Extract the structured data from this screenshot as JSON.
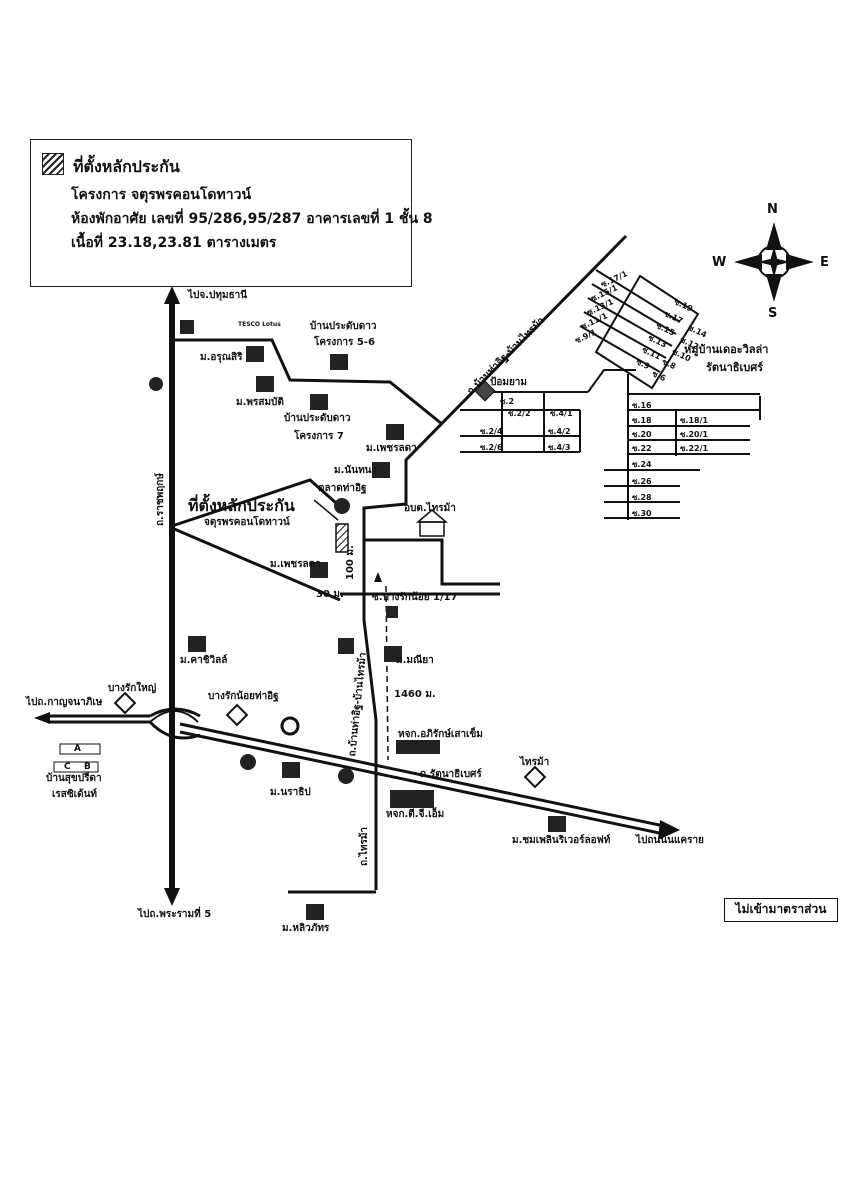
{
  "legend": {
    "title": "ที่ตั้งหลักประกัน",
    "project": "โครงการ จตุรพรคอนโดทาวน์",
    "unit": "ห้องพักอาศัย เลขที่ 95/286,95/287 อาคารเลขที่ 1 ชั้น 8",
    "area": "เนื้อที่ 23.18,23.81 ตารางเมตร"
  },
  "compass": {
    "n": "N",
    "s": "S",
    "e": "E",
    "w": "W"
  },
  "note": "ไม่เข้ามาตราส่วน",
  "labels": {
    "to_pathum": "ไปจ.ปทุมธานี",
    "to_kanchana": "ไปถ.กาญจนาภิเษ",
    "to_rama5": "ไปถ.พระรามที่ 5",
    "to_nonthaburi": "ไปถนนนแคราย",
    "ratchaphruek": "ถ.ราชพฤกษ์",
    "ban_ta_it_top": "ถ.บ้านท่าอิฐ-บ้านไทรม้า",
    "ban_ta_it_mid": "ถ.บ้านท่าอิฐ-บ้านไทรม้า",
    "rattanathibet": "ถ.รัตนาธิเบศร์",
    "sai_ma_rd": "ถ.ไทรม้า",
    "arunsiri": "ม.อรุณสิริ",
    "pornsombat": "ม.พรสมบัติ",
    "pradabdao56": "บ้านประดับดาว",
    "pradabdao56_sub": "โครงการ 5-6",
    "pradabdao7": "บ้านประดับดาว",
    "pradabdao7_sub": "โครงการ 7",
    "phetlada1": "ม.เพชรลดา",
    "nanthana": "ม.นันทนา",
    "talad": "ตลาดท่าอิฐ",
    "site": "ที่ตั้งหลักประกัน",
    "site_sub": "จตุรพรคอนโดทาวน์",
    "obt": "อบต.ไทรม้า",
    "phetlada2": "ม.เพชรลดา",
    "dist30": "30 ม.",
    "dist100": "100 ม.",
    "soi": "ซ.บางรักน้อย 1/17",
    "manee": "ม.มณียา",
    "dist1460": "1460 ม.",
    "chaiwil": "ม.คาชิวิลล์",
    "bangrak_yai": "บางรักใหญ่",
    "bangrak_noi": "บางรักน้อยท่าอิฐ",
    "aphirak": "หจก.อภิรักษ์เสาเข็ม",
    "sai_ma": "ไทรม้า",
    "ban_suk": "บ้านสุขปรีดา",
    "ban_suk2": "เรสซิเด้นท์",
    "narathip": "ม.นราธิป",
    "tgm": "หจก.ตี.จี.เอ็ม",
    "chom": "ม.ชมเพลินริเวอร์ลอฟท์",
    "lalin": "ม.หลิวภัทร",
    "pom": "ป้อมยาม",
    "village": "หมู่บ้านเดอะวิลล่า",
    "village2": "รัตนาธิเบศร์",
    "lotus": "TESCO Lotus",
    "abc": [
      "A",
      "C",
      "B"
    ]
  },
  "sois_left": [
    "ซ.2",
    "ซ.2/2",
    "ซ.4/1",
    "ซ.2/4",
    "ซ.4/2",
    "ซ.2/6",
    "ซ.4/3"
  ],
  "sois_right": [
    "ซ.16",
    "ซ.18",
    "ซ.18/1",
    "ซ.20",
    "ซ.20/1",
    "ซ.22",
    "ซ.22/1",
    "ซ.24",
    "ซ.26",
    "ซ.28",
    "ซ.30"
  ],
  "sois_diag": [
    "ซ.17/1",
    "ซ.15/1",
    "ซ.13/1",
    "ซ.11/1",
    "ซ.9/1",
    "ซ.19",
    "ซ.17",
    "ซ.15",
    "ซ.13",
    "ซ.11",
    "ซ.9",
    "ซ.14",
    "ซ.12",
    "ซ.10",
    "ซ.8",
    "ซ.6"
  ]
}
